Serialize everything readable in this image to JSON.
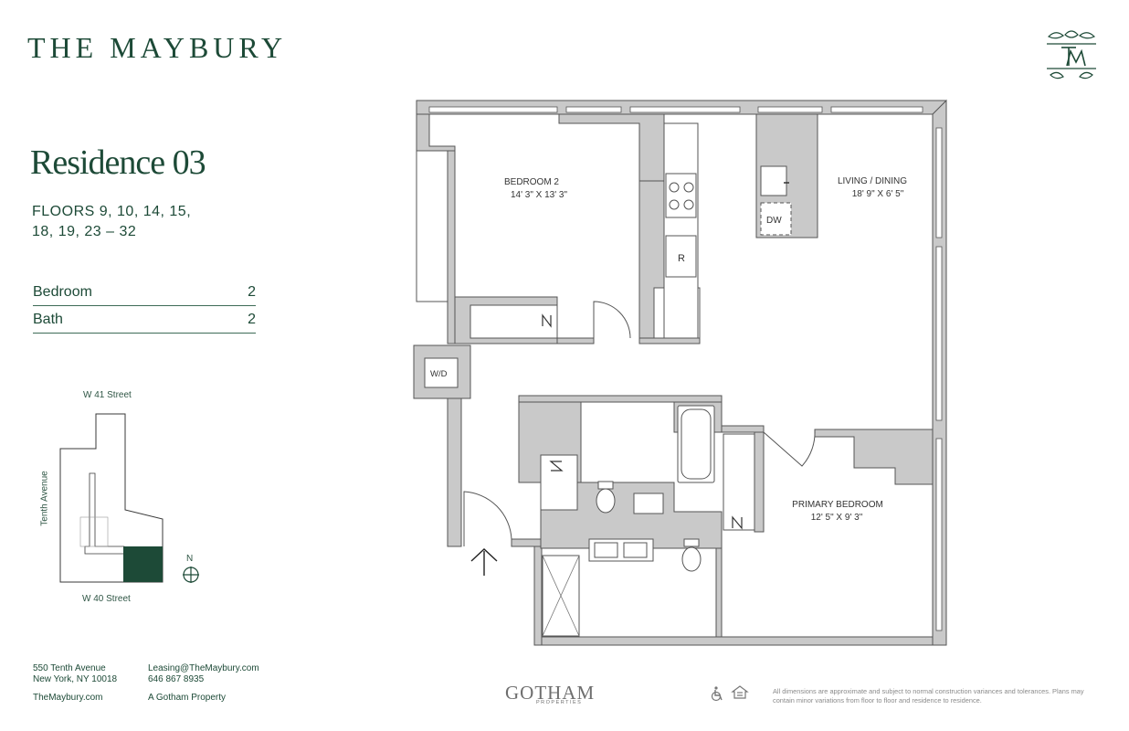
{
  "header": {
    "brand": "THE MAYBURY",
    "logo_icon": "tm-monogram-leaf-logo-icon"
  },
  "residence": {
    "title": "Residence 03",
    "floors_line1": "FLOORS 9, 10, 14, 15,",
    "floors_line2": "18, 19, 23 – 32"
  },
  "specs": [
    {
      "label": "Bedroom",
      "value": "2"
    },
    {
      "label": "Bath",
      "value": "2"
    }
  ],
  "key_plan": {
    "street_north": "W 41 Street",
    "street_south": "W 40 Street",
    "avenue_west": "Tenth Avenue",
    "compass": "N",
    "highlight_color": "#1d4a37"
  },
  "floor_plan": {
    "rooms": [
      {
        "name": "BEDROOM 2",
        "dims": "14' 3\" X 13' 3\""
      },
      {
        "name": "LIVING / DINING",
        "dims": "18' 9\" X 6' 5\""
      },
      {
        "name": "PRIMARY BEDROOM",
        "dims": "12' 5\" X 9' 3\""
      }
    ],
    "fixtures": {
      "dishwasher": "DW",
      "refrigerator": "R",
      "washer_dryer": "W/D"
    },
    "wall_color": "#c9c9c9",
    "line_color": "#555555"
  },
  "footer": {
    "address_line1": "550 Tenth Avenue",
    "address_line2": "New York, NY 10018",
    "website": "TheMaybury.com",
    "email": "Leasing@TheMaybury.com",
    "phone": "646 867 8935",
    "developer": "A Gotham Property",
    "gotham_logo": "GOTHAM",
    "gotham_logo_sub": "PROPERTIES",
    "accessibility_icon": "wheelchair-icon",
    "housing_icon": "equal-housing-icon",
    "disclaimer": "All dimensions are approximate and subject to normal construction variances and tolerances. Plans may contain minor variations from floor to floor and residence to residence."
  }
}
